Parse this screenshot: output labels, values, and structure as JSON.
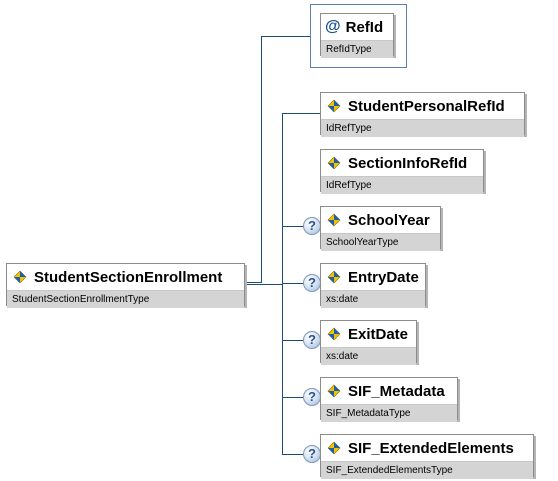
{
  "root": {
    "name": "StudentSectionEnrollment",
    "type": "StudentSectionEnrollmentType"
  },
  "attribute": {
    "icon": "@",
    "name": "RefId",
    "type": "RefIdType"
  },
  "elements": [
    {
      "name": "StudentPersonalRefId",
      "type": "IdRefType",
      "optional": false
    },
    {
      "name": "SectionInfoRefId",
      "type": "IdRefType",
      "optional": false
    },
    {
      "name": "SchoolYear",
      "type": "SchoolYearType",
      "optional": true
    },
    {
      "name": "EntryDate",
      "type": "xs:date",
      "optional": true
    },
    {
      "name": "ExitDate",
      "type": "xs:date",
      "optional": true
    },
    {
      "name": "SIF_Metadata",
      "type": "SIF_MetadataType",
      "optional": true
    },
    {
      "name": "SIF_ExtendedElements",
      "type": "SIF_ExtendedElementsType",
      "optional": true
    }
  ],
  "optional_marker": "?",
  "colors": {
    "connector": "#1c4b78",
    "type_band": "#d4d4d4",
    "icon_blue": "#1f5fa8",
    "icon_yellow": "#f2c200"
  }
}
